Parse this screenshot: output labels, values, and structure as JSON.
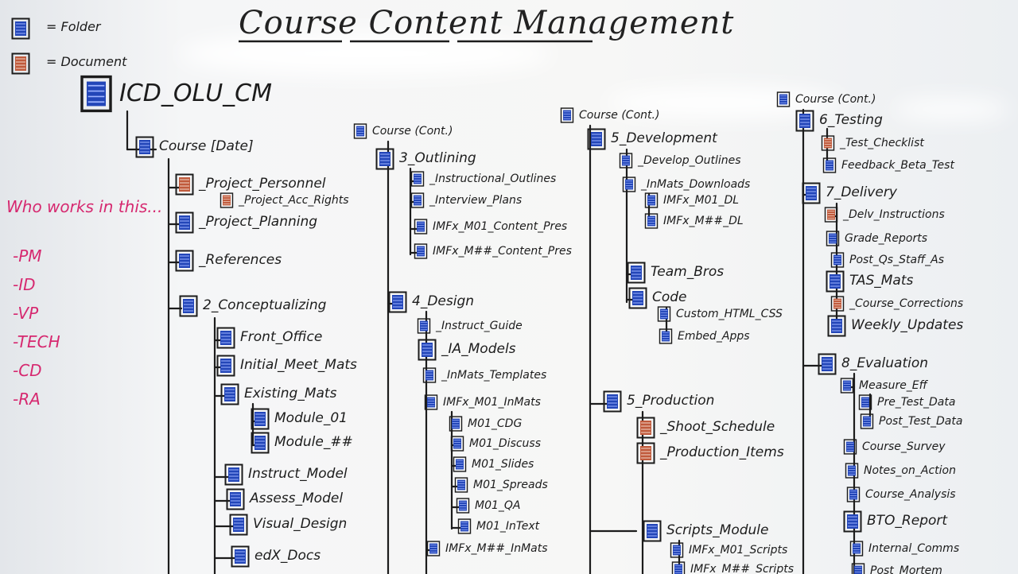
{
  "title": "Course Content Management",
  "legend": {
    "folder_label": "= Folder",
    "document_label": "= Document"
  },
  "sidebar": {
    "heading": "Who works in this...",
    "roles": [
      "-PM",
      "-ID",
      "-VP",
      "-TECH",
      "-CD",
      "-RA"
    ]
  },
  "colors": {
    "folder": "#2346b8",
    "document": "#c05a3c",
    "marker": "#1c1c1c",
    "sidebar_text": "#d6286f"
  },
  "tree": {
    "root": "ICD_OLU_CM",
    "col1": {
      "course": "Course [Date]",
      "items": {
        "project_personnel": "_Project_Personnel",
        "project_acc_rights": "_Project_Acc_Rights",
        "project_planning": "_Project_Planning",
        "references": "_References",
        "conceptualizing": "2_Conceptualizing",
        "front_office": "Front_Office",
        "initial_meet_mats": "Initial_Meet_Mats",
        "existing_mats": "Existing_Mats",
        "module_01": "Module_01",
        "module_nn": "Module_##",
        "instruct_model": "Instruct_Model",
        "assess_model": "Assess_Model",
        "visual_design": "Visual_Design",
        "edx_docs": "edX_Docs"
      }
    },
    "col2": {
      "course": "Course (Cont.)",
      "items": {
        "outlining": "3_Outlining",
        "instructional_outlines": "_Instructional_Outlines",
        "interview_plans": "_Interview_Plans",
        "imfx_m01_content_pres": "IMFx_M01_Content_Pres",
        "imfx_mnn_content_pres": "IMFx_M##_Content_Pres",
        "design": "4_Design",
        "instruct_guide": "_Instruct_Guide",
        "ia_models": "_IA_Models",
        "inmats_templates": "_InMats_Templates",
        "imfx_m01_inmats": "IMFx_M01_InMats",
        "m01_cdg": "M01_CDG",
        "m01_discuss": "M01_Discuss",
        "m01_slides": "M01_Slides",
        "m01_spreads": "M01_Spreads",
        "m01_qa": "M01_QA",
        "m01_intext": "M01_InText",
        "imfx_mnn_inmats": "IMFx_M##_InMats"
      }
    },
    "col3": {
      "course": "Course (Cont.)",
      "items": {
        "development": "5_Development",
        "develop_outlines": "_Develop_Outlines",
        "inmats_downloads": "_InMats_Downloads",
        "imfx_m01_dl": "IMFx_M01_DL",
        "imfx_mnn_dl": "IMFx_M##_DL",
        "team_bros": "Team_Bros",
        "code": "Code",
        "custom_html_css": "Custom_HTML_CSS",
        "embed_apps": "Embed_Apps",
        "production": "5_Production",
        "shoot_schedule": "_Shoot_Schedule",
        "production_items": "_Production_Items",
        "scripts_module": "Scripts_Module",
        "imfx_m01_scripts": "IMFx_M01_Scripts",
        "imfx_mnn_scripts": "IMFx_M##_Scripts"
      }
    },
    "col4": {
      "course": "Course (Cont.)",
      "items": {
        "testing": "6_Testing",
        "test_checklist": "_Test_Checklist",
        "feedback_beta_test": "Feedback_Beta_Test",
        "delivery": "7_Delivery",
        "delv_instructions": "_Delv_Instructions",
        "grade_reports": "Grade_Reports",
        "post_qs_staff_as": "Post_Qs_Staff_As",
        "tas_mats": "TAS_Mats",
        "course_corrections": "_Course_Corrections",
        "weekly_updates": "Weekly_Updates",
        "evaluation": "8_Evaluation",
        "measure_eff": "Measure_Eff",
        "pre_test_data": "Pre_Test_Data",
        "post_test_data": "Post_Test_Data",
        "course_survey": "Course_Survey",
        "notes_on_action": "Notes_on_Action",
        "course_analysis": "Course_Analysis",
        "bto_report": "BTO_Report",
        "internal_comms": "Internal_Comms",
        "post_mortem": "Post_Mortem"
      }
    }
  }
}
